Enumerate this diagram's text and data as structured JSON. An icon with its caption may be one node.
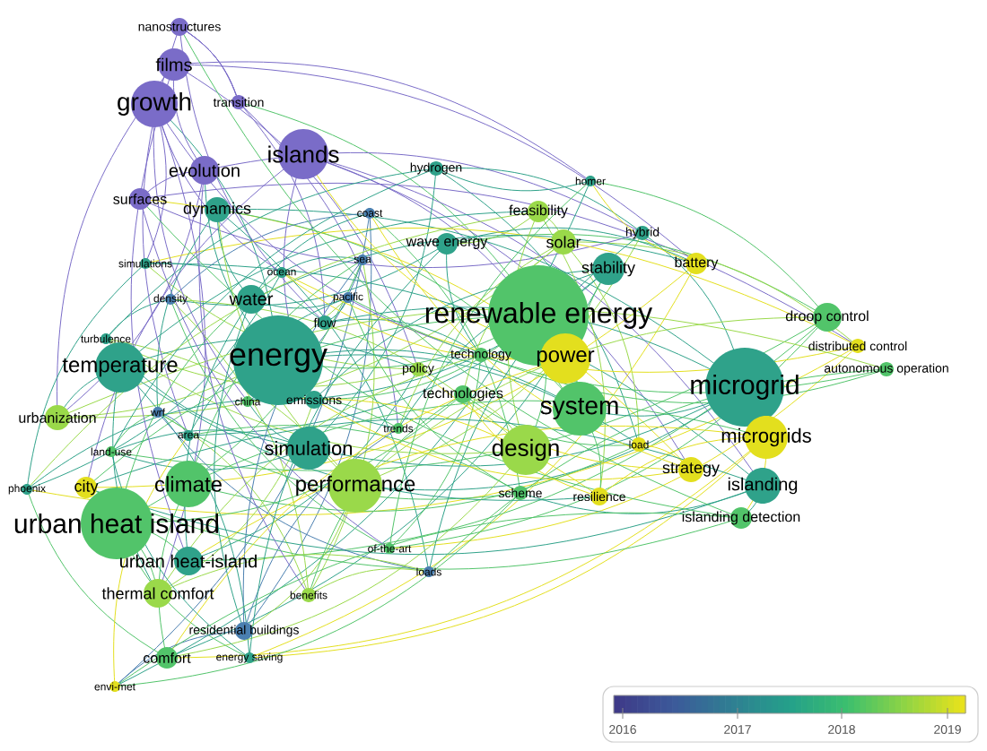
{
  "diagram": {
    "labels": [
      "nanostructures",
      "films",
      "growth",
      "transition",
      "islands",
      "evolution",
      "hydrogen",
      "surfaces",
      "dynamics",
      "coast",
      "homer",
      "feasibility",
      "wave energy",
      "solar",
      "hybrid",
      "stability",
      "battery",
      "simulations",
      "sea",
      "ocean",
      "density",
      "water",
      "pacific",
      "flow",
      "renewable energy",
      "droop control",
      "turbulence",
      "distributed control",
      "temperature",
      "energy",
      "technology",
      "power",
      "policy",
      "autonomous operation",
      "microgrid",
      "technologies",
      "china",
      "emissions",
      "urbanization",
      "wrf",
      "system",
      "area",
      "trends",
      "simulation",
      "land-use",
      "load",
      "microgrids",
      "design",
      "city",
      "phoenix",
      "climate",
      "performance",
      "strategy",
      "scheme",
      "resilience",
      "islanding",
      "urban heat island",
      "islanding detection",
      "of-the-art",
      "loads",
      "urban heat-island",
      "thermal comfort",
      "benefits",
      "residential buildings",
      "comfort",
      "energy saving",
      "envi-met",
      "2016",
      "2017",
      "2018",
      "2019"
    ]
  }
}
